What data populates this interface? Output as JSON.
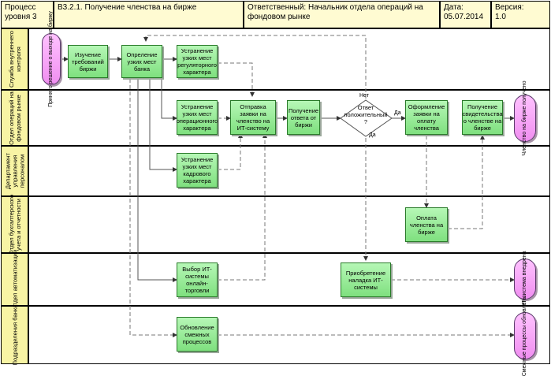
{
  "header": {
    "process_level": "Процесс уровня 3",
    "title": "В3.2.1.  Получение членства на бирже",
    "responsible": "Ответственный: Начальник отдела операций на фондовом рынке",
    "date_label": "Дата:",
    "date_value": "05.07.2014",
    "version_label": "Версия:",
    "version_value": "1.0"
  },
  "lanes": [
    {
      "label": "Служба внутреннего контроля"
    },
    {
      "label": "Отдел операций на фондовом рынке"
    },
    {
      "label": "Департамент управления персоналом"
    },
    {
      "label": "Отдел бухгалтерского учета и отчетности"
    },
    {
      "label": "Отдел автоматизации"
    },
    {
      "label": "Подразделения банка"
    }
  ],
  "nodes": {
    "start_decision": "Принято решение о выходе на биржу",
    "study_requirements": "Изучение требований биржи",
    "identify_gaps": "Опреление узких мест банка",
    "fix_regulatory": "Устранение узких мест регуляторного характера",
    "fix_operational": "Устранение узких мест операционного характера",
    "send_application": "Отправка заявки на членство на ИТ-систему",
    "get_response": "Получение ответа от биржи",
    "positive_answer": "Ответ положительный ?",
    "process_payment": "Оформление заявки на оплату членства",
    "get_certificate": "Получение свидетельства о членстве на бирже",
    "end_membership": "Членство на бирже получено",
    "fix_personnel": "Устранение узких мест кадрового характера",
    "pay_membership": "Оплата членства на бирже",
    "choose_it_system": "Выбор ИТ-системы онлайн-торговли",
    "buy_it_system": "Приобретение наладка ИТ-системы",
    "end_it_system": "ИТ-система внедрена",
    "update_processes": "Обновление смежных процессов",
    "end_processes": "Смежные процессы обновлены"
  },
  "edge_labels": {
    "no": "Нет",
    "yes_right": "Да",
    "yes_down": "Да"
  },
  "colors": {
    "task_fill": "#7fe07f",
    "terminal_fill": "#f08ef0",
    "header_fill": "#fffbd2",
    "lane_label_fill": "#f8f4a4",
    "decision_fill": "#ffffff"
  }
}
